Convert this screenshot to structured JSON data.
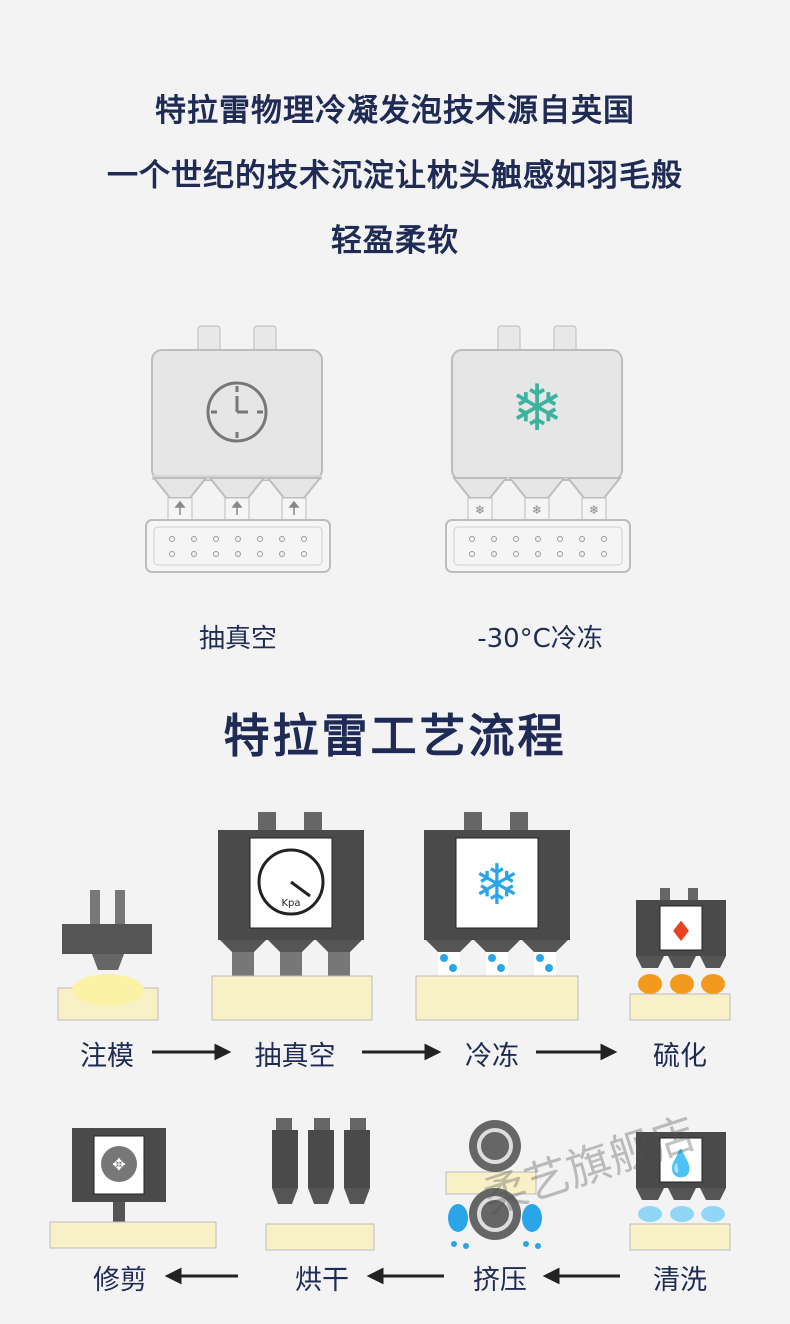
{
  "intro": {
    "line1": "特拉雷物理冷凝发泡技术源自英国",
    "line2": "一个世纪的技术沉淀让枕头触感如羽毛般",
    "line3": "轻盈柔软"
  },
  "machines": {
    "vacuum_label": "抽真空",
    "freeze_label": "-30°C冷冻"
  },
  "process": {
    "title": "特拉雷工艺流程",
    "row1": [
      "注模",
      "抽真空",
      "冷冻",
      "硫化"
    ],
    "row2": [
      "修剪",
      "烘干",
      "挤压",
      "清洗"
    ],
    "gauge_unit": "Kpa"
  },
  "watermark": "柔艺旗舰店",
  "colors": {
    "text": "#1f2b55",
    "foam": "#f8f1c8",
    "ice": "#2aa6e8",
    "snowflake_light": "#3bb39f",
    "fire": "#e8421e"
  }
}
